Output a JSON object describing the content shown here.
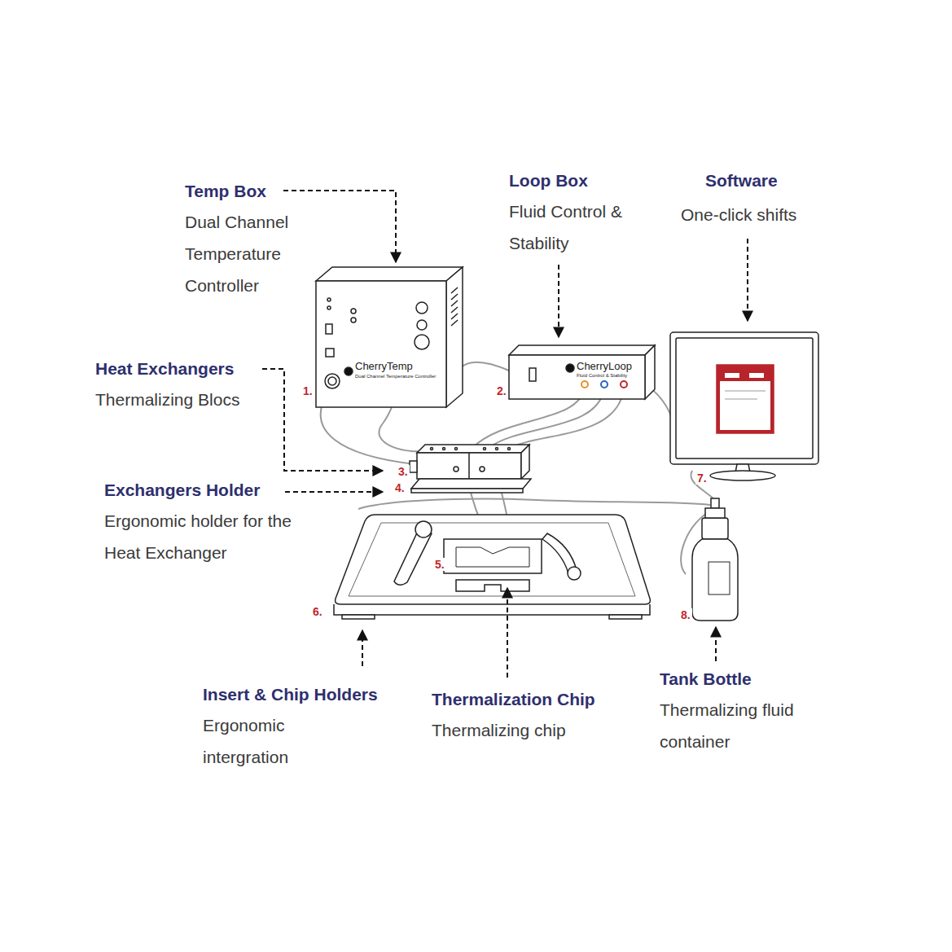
{
  "diagram": {
    "labels": [
      "Temp Box",
      "Dual Channel Temperature Controller",
      "Loop Box",
      "Fluid Control & Stability",
      "Software",
      "One-click shifts",
      "CherryTemp",
      "Dual Channel Temperature Controller",
      "CherryLoop",
      "Fluid Control & Stability",
      "Heat Exchangers",
      "Thermalizing Blocs",
      "1.",
      "2.",
      "3.",
      "Exchangers Holder",
      "4.",
      "Ergonomic holder for the Heat Exchanger",
      "7.",
      "5.",
      "6.",
      "8.",
      "Insert & Chip Holders",
      "Thermalization Chip",
      "Tank Bottle",
      "Ergonomic intergration",
      "Thermalizing chip",
      "Thermalizing fluid container"
    ]
  }
}
